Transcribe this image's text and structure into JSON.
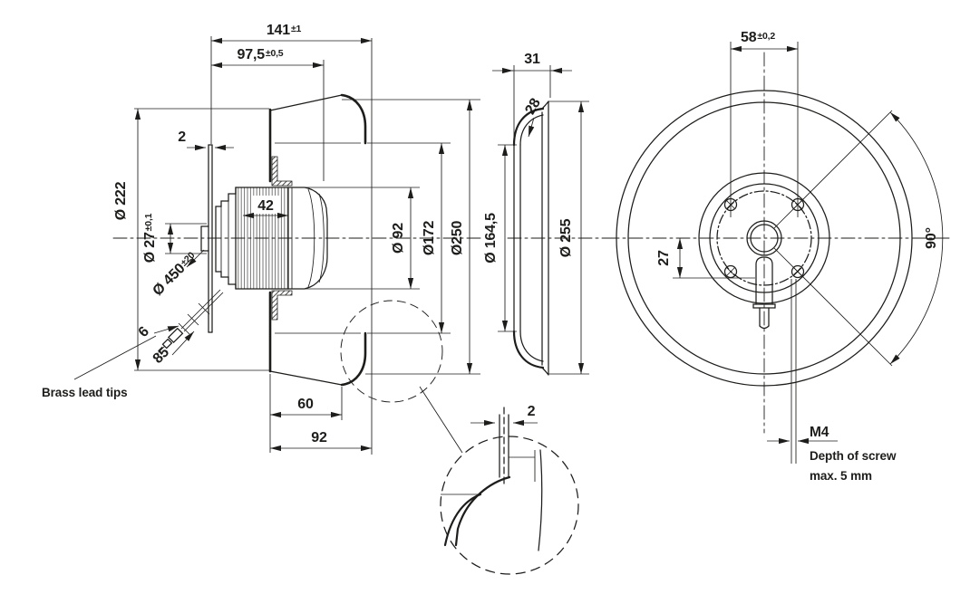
{
  "sheet": {
    "description": "Dimensional technical drawing of a backward-curved centrifugal fan: sectional side view, inlet-ring profile view, rear front view and blade-gap detail",
    "background": "#ffffff",
    "line_color": "#1d1d1b"
  },
  "side_view": {
    "overall_depth": {
      "value": "141",
      "tol": "±1"
    },
    "housing_depth": {
      "value": "97,5",
      "tol": "±0,5"
    },
    "wall_thickness": "2",
    "stator_width": "42",
    "backplate_diameter": "Ø 222",
    "shaft_diameter": {
      "value": "Ø 27",
      "tol": "±0,1"
    },
    "lead_length": {
      "value": "Ø 450",
      "tol": "±20"
    },
    "lead_tip_length": "6",
    "lead_free_length": "85",
    "lead_note": "Brass lead tips",
    "cone_depth": "60",
    "inlet_depth": "92",
    "motor_diameter": "Ø 92",
    "shroud_diameter": "Ø172",
    "impeller_diameter": "Ø250"
  },
  "ring_view": {
    "depth": "31",
    "radius": "28",
    "inner_diameter": "Ø 164,5",
    "outer_diameter": "Ø 255"
  },
  "front_view": {
    "screw_pitch": {
      "value": "58",
      "tol": "±0,2"
    },
    "gland_offset": "27",
    "screw_angle": "90°",
    "thread": "M4",
    "thread_note_line1": "Depth of screw",
    "thread_note_line2": "max. 5 mm"
  },
  "detail_view": {
    "gap": "2"
  }
}
